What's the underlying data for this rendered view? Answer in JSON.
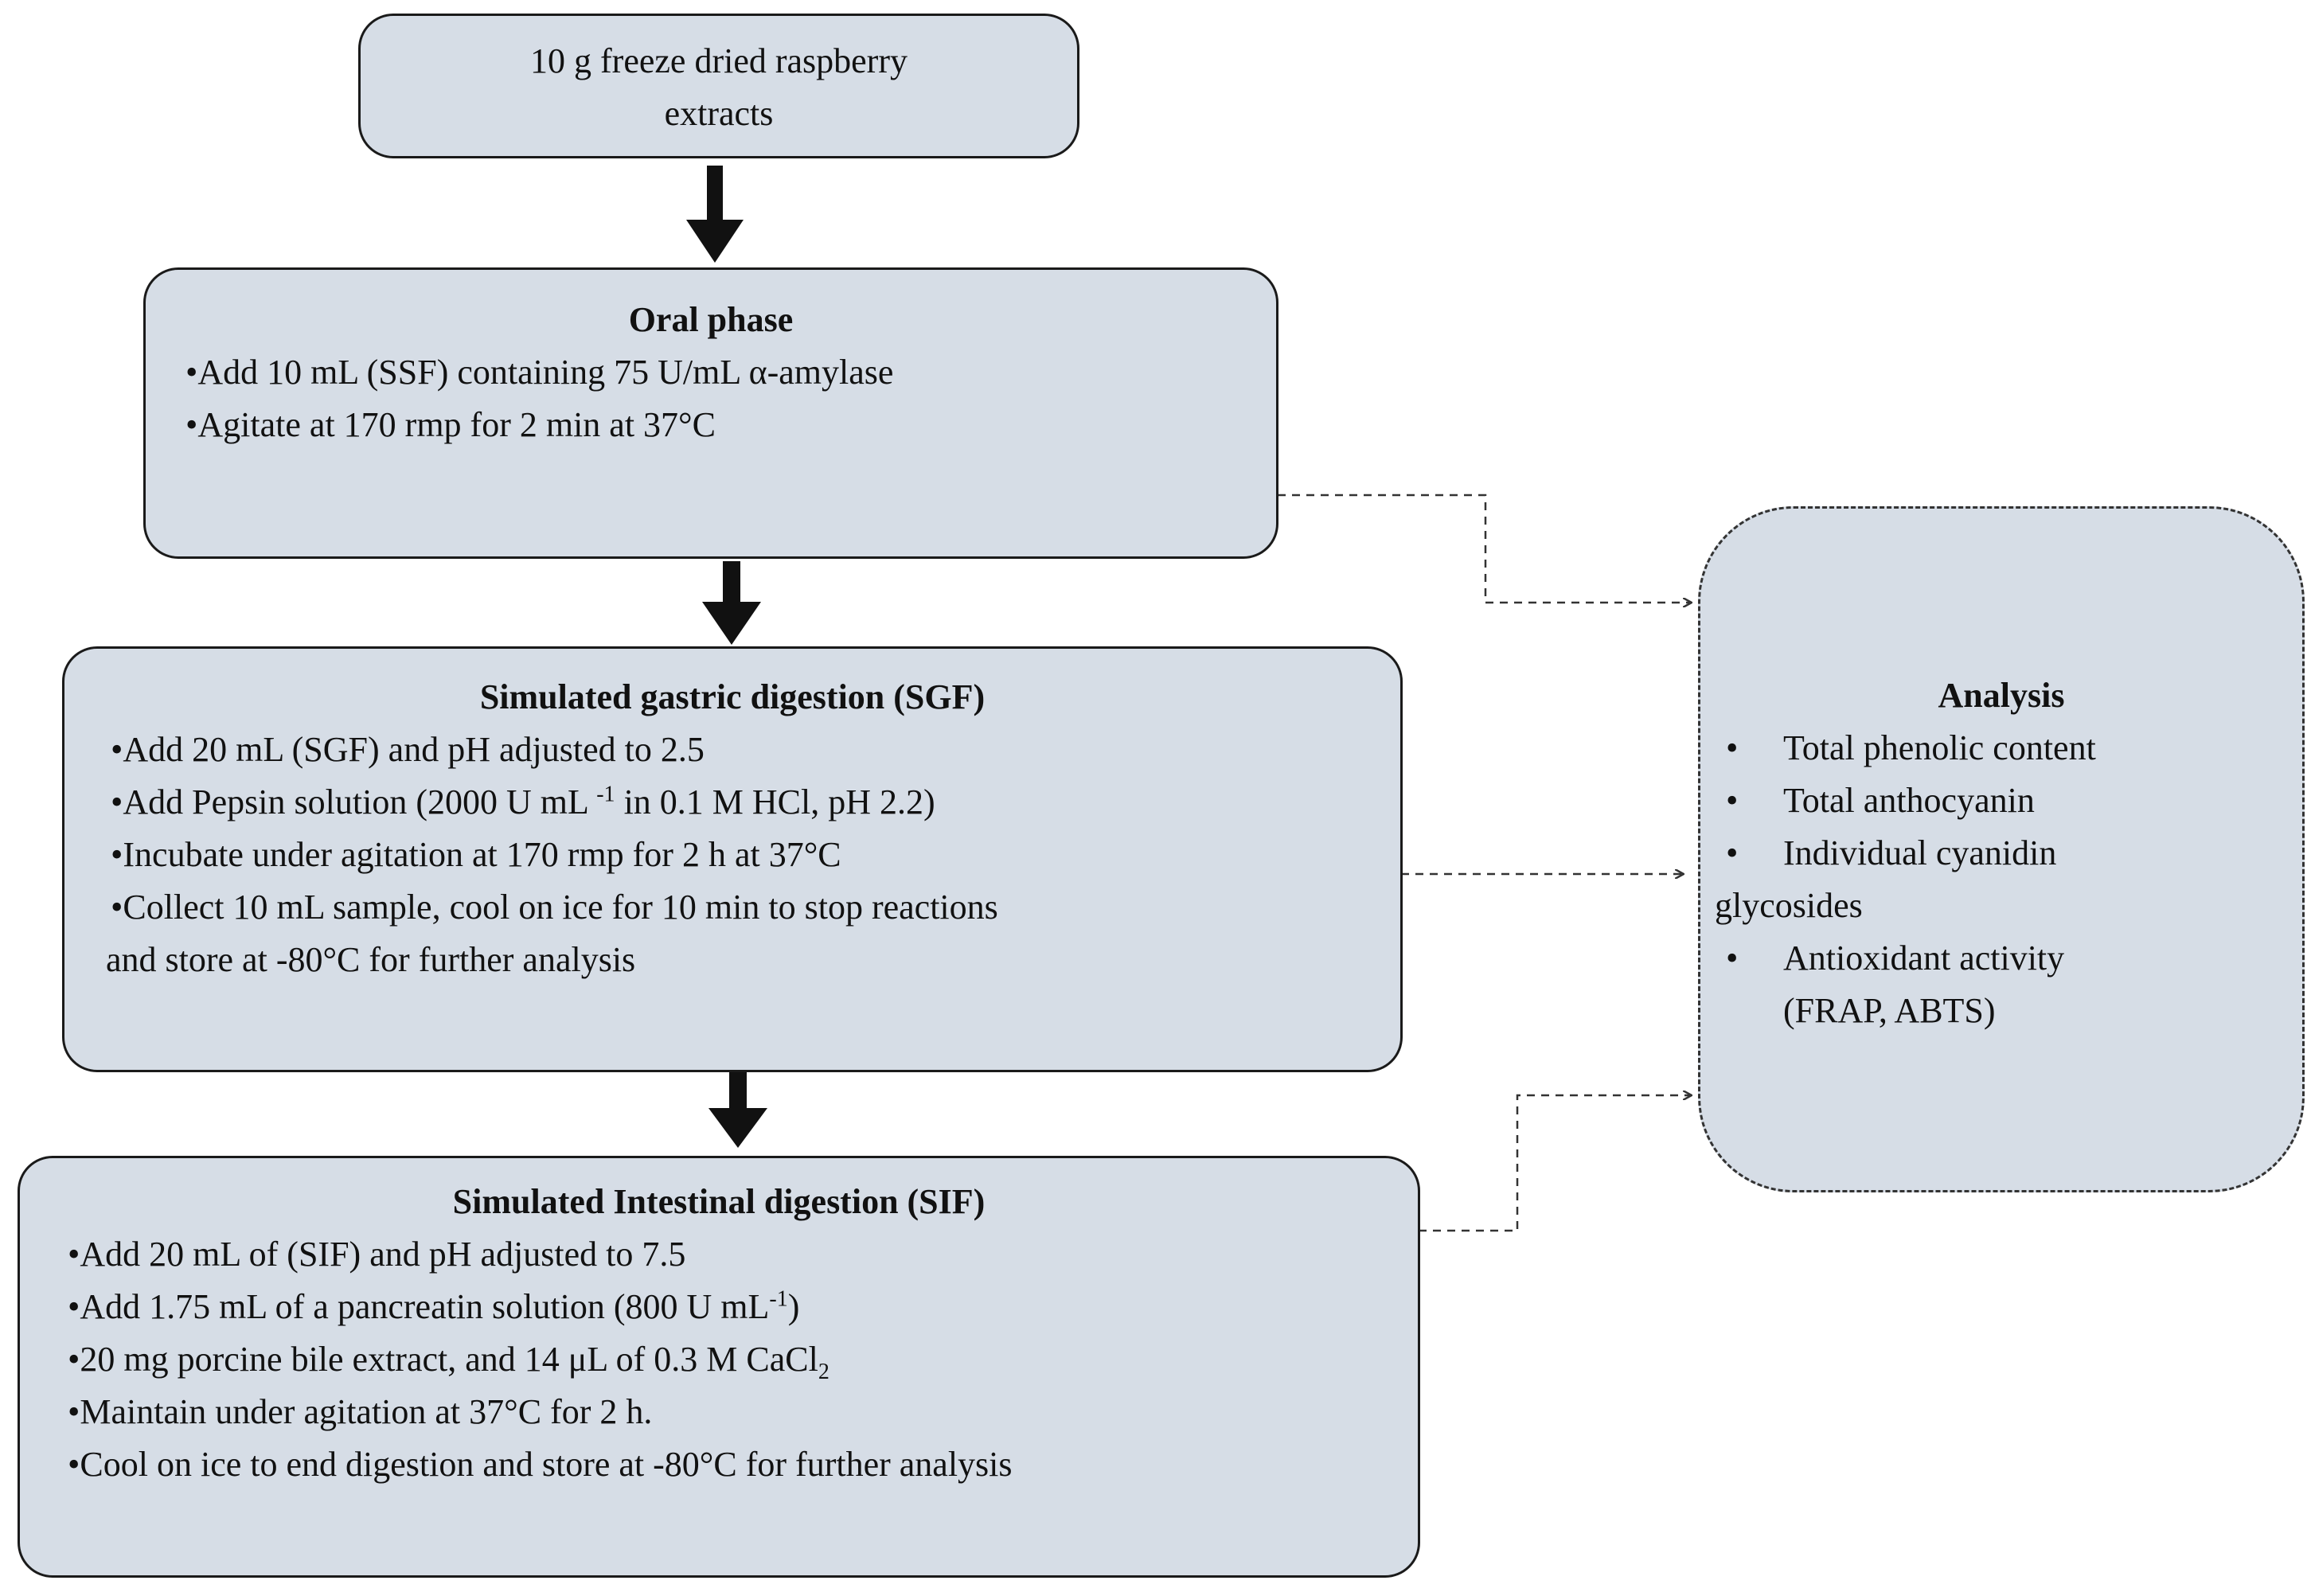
{
  "start": {
    "line1": "10 g freeze dried raspberry",
    "line2": "extracts"
  },
  "oral": {
    "title": "Oral phase",
    "b1": "Add 10 mL (SSF) containing 75 U/mL α-amylase",
    "b2": "Agitate at 170 rmp for 2 min at 37°C"
  },
  "gastric": {
    "title": "Simulated gastric digestion (SGF)",
    "b1": "Add 20 mL (SGF) and pH adjusted to 2.5",
    "b2_pre": "Add Pepsin solution (2000 U mL ",
    "b2_sup": "-1",
    "b2_post": " in 0.1 M HCl, pH 2.2)",
    "b3": "Incubate under agitation at 170 rmp for 2 h at 37°C",
    "b4": "Collect 10 mL sample, cool on ice for 10 min to stop reactions",
    "b4_cont": "and store at -80°C for further analysis"
  },
  "intestinal": {
    "title": "Simulated Intestinal digestion (SIF)",
    "b1": "Add 20 mL of (SIF) and pH adjusted to 7.5",
    "b2_pre": "Add 1.75 mL of a pancreatin solution (800 U mL",
    "b2_sup": "-1",
    "b2_post": ")",
    "b3_pre": "20 mg porcine bile extract, and 14 μL of 0.3 M CaCl",
    "b3_sub": "2",
    "b4": "Maintain under agitation at 37°C for 2 h.",
    "b5": "Cool on ice to end digestion and store at -80°C for further analysis"
  },
  "analysis": {
    "title": "Analysis",
    "i1": "Total phenolic content",
    "i2": "Total anthocyanin",
    "i3": "Individual cyanidin",
    "i3_cont": "glycosides",
    "i4": "Antioxidant activity",
    "i4_cont": "(FRAP, ABTS)"
  },
  "bullet": "•"
}
